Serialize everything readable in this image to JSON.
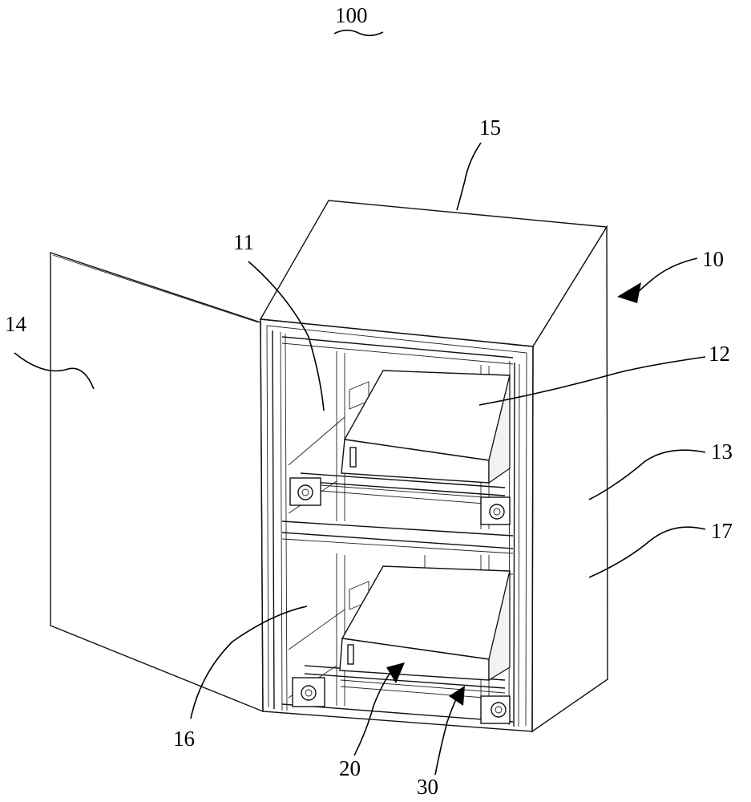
{
  "figure": {
    "assembly_label": "100",
    "reference_labels": {
      "l10": "10",
      "l11": "11",
      "l12": "12",
      "l13": "13",
      "l14": "14",
      "l15": "15",
      "l16": "16",
      "l17": "17",
      "l20": "20",
      "l30": "30"
    }
  }
}
